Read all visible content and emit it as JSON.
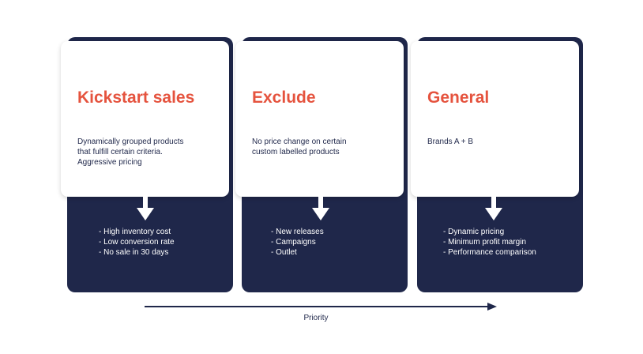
{
  "colors": {
    "navy": "#1f274a",
    "accent": "#e5533e",
    "card": "#ffffff"
  },
  "columns": [
    {
      "title": "Kickstart sales",
      "description": [
        "Dynamically grouped products",
        "that fulfill certain criteria.",
        "Aggressive pricing"
      ],
      "bullets": [
        "- High inventory cost",
        "- Low conversion rate",
        "- No sale in 30 days"
      ]
    },
    {
      "title": "Exclude",
      "description": [
        "No price change on certain",
        "custom labelled products"
      ],
      "bullets": [
        "- New releases",
        "- Campaigns",
        "- Outlet"
      ]
    },
    {
      "title": "General",
      "description": [
        "Brands A + B"
      ],
      "bullets": [
        "- Dynamic pricing",
        "- Minimum profit margin",
        "- Performance comparison"
      ]
    }
  ],
  "priority": {
    "label": "Priority"
  }
}
